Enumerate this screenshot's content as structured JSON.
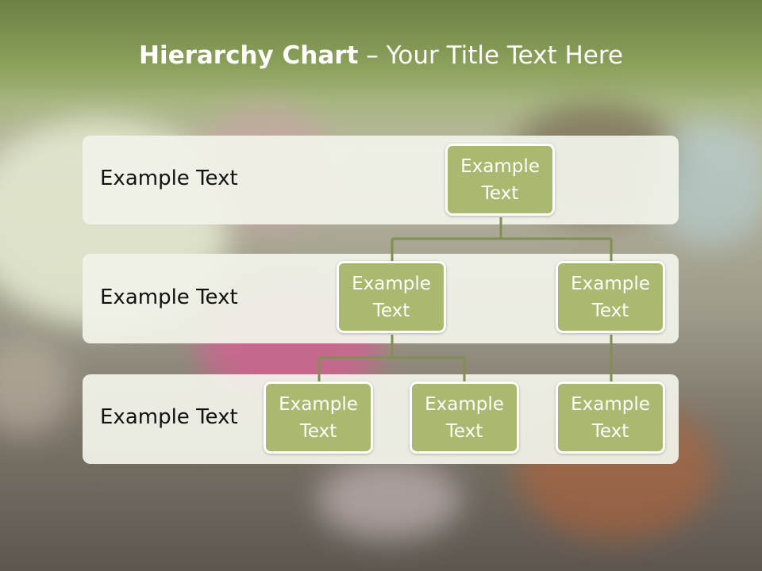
{
  "slide": {
    "title_bold": "Hierarchy Chart",
    "title_rest": " – Your Title Text Here",
    "colors": {
      "accent": "#a9b96f",
      "line": "#7f9152",
      "band": "#f1f2e9",
      "header": "#7e9450"
    }
  },
  "levels": [
    {
      "label": "Example Text"
    },
    {
      "label": "Example Text"
    },
    {
      "label": "Example Text"
    }
  ],
  "nodes": {
    "root": "Example Text",
    "level2_left": "Example Text",
    "level2_right": "Example Text",
    "level3_left": "Example Text",
    "level3_middle": "Example Text",
    "level3_right": "Example Text"
  }
}
